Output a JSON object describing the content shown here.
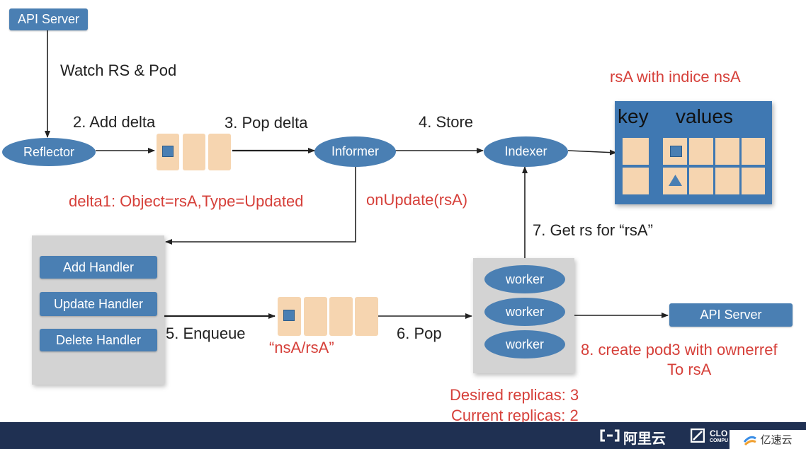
{
  "nodes": {
    "api_server_top": "API Server",
    "reflector": "Reflector",
    "informer": "Informer",
    "indexer": "Indexer",
    "api_server_right": "API Server"
  },
  "handlers": [
    "Add Handler",
    "Update Handler",
    "Delete Handler"
  ],
  "workers": [
    "worker",
    "worker",
    "worker"
  ],
  "labels": {
    "watch": "Watch RS & Pod",
    "add_delta": "2. Add delta",
    "pop_delta": "3. Pop delta",
    "store": "4. Store",
    "delta1": "delta1: Object=rsA,Type=Updated",
    "on_update": "onUpdate(rsA)",
    "get_rs": "7. Get rs for “rsA”",
    "enqueue": "5. Enqueue",
    "ns_rs": "“nsA/rsA”",
    "pop": "6. Pop",
    "create_pod_line1": "8. create pod3 with ownerref",
    "create_pod_line2": "To rsA",
    "desired": "Desired replicas: 3",
    "current": "Current replicas: 2",
    "indice": "rsA with indice nsA"
  },
  "index_table": {
    "key_header": "key",
    "values_header": "values"
  },
  "footer": {
    "logo_text": "阿里云",
    "cloud_text_line1": "CLO",
    "cloud_text_line2": "COMPU",
    "watermark": "亿速云"
  },
  "colors": {
    "node_blue": "#4a7fb3",
    "annotation_red": "#d6403a",
    "queue_cell": "#f6d5b0",
    "panel_gray": "#d3d3d3",
    "footer_navy": "#1f3052"
  }
}
